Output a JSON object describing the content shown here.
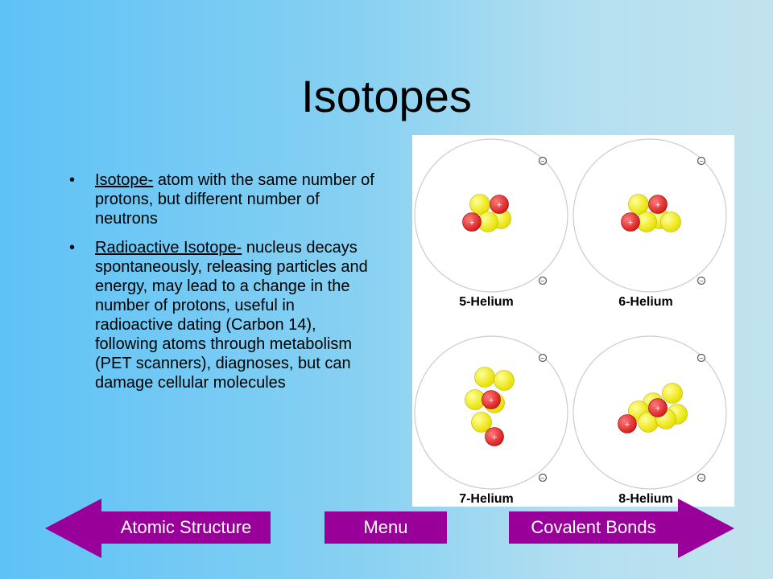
{
  "slide": {
    "title": "Isotopes",
    "bullets": [
      {
        "term": "Isotope-",
        "text": " atom with the same number of protons, but different number of neutrons"
      },
      {
        "term": "Radioactive Isotope-",
        "text": " nucleus decays spontaneously, releasing particles and energy, may lead to a change in the number of protons, useful in radioactive dating (Carbon 14), following atoms through metabolism (PET scanners), diagnoses, but can damage cellular molecules"
      }
    ]
  },
  "diagram": {
    "atoms": [
      {
        "label": "5-Helium",
        "protons": 2,
        "neutrons": 3,
        "electrons": 2
      },
      {
        "label": "6-Helium",
        "protons": 2,
        "neutrons": 4,
        "electrons": 2
      },
      {
        "label": "7-Helium",
        "protons": 2,
        "neutrons": 5,
        "electrons": 2
      },
      {
        "label": "8-Helium",
        "protons": 2,
        "neutrons": 6,
        "electrons": 2
      }
    ],
    "colors": {
      "proton": "#d81e1e",
      "neutron": "#e8e000",
      "orbit": "#cccccc",
      "electron": "#555555"
    },
    "proton_symbol": "+",
    "electron_symbol": "−"
  },
  "nav": {
    "prev_label": "Atomic Structure",
    "menu_label": "Menu",
    "next_label": "Covalent Bonds",
    "color": "#990099"
  },
  "icons": {
    "bullet": "•"
  }
}
